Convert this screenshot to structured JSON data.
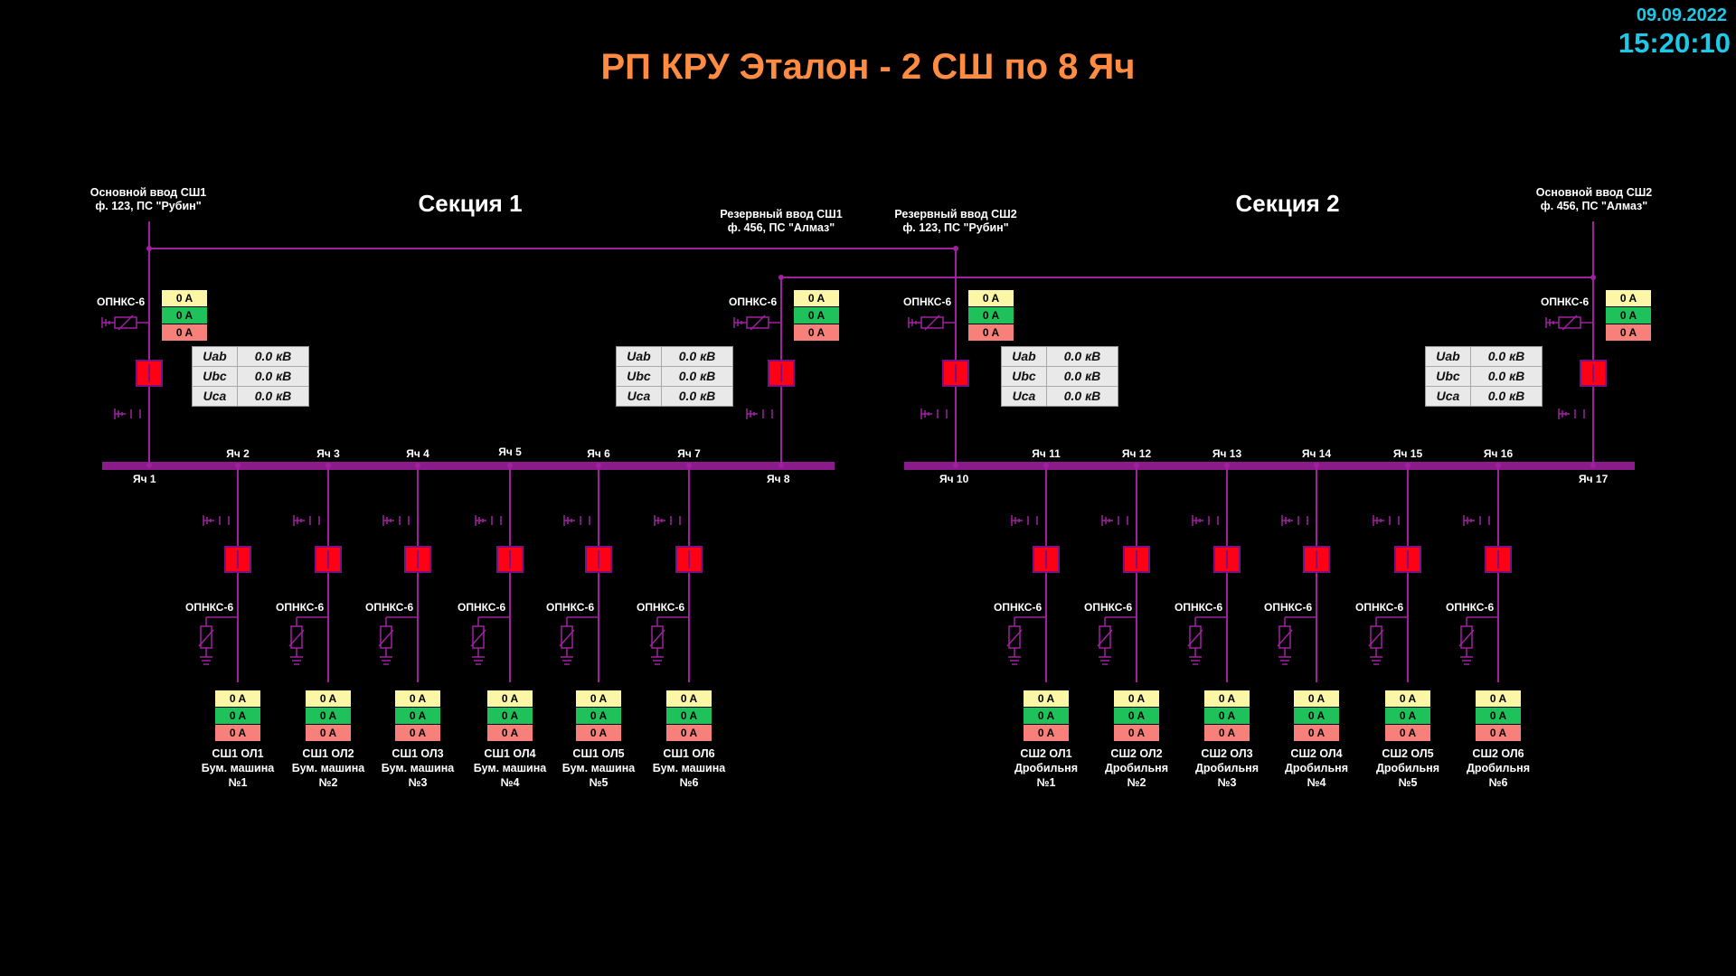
{
  "header": {
    "title": "РП КРУ Эталон - 2 СШ по 8 Яч",
    "date": "09.09.2022",
    "time": "15:20:10"
  },
  "colors": {
    "background": "#000000",
    "title": "#ff8c42",
    "clock": "#1ec8e6",
    "bus": "#8b1a8b",
    "wire": "#a020a0",
    "breaker": "#ff0015",
    "amp_yellow": "#fbf7a6",
    "amp_green": "#1fc25a",
    "amp_red": "#f7807a"
  },
  "sections": [
    {
      "label": "Секция 1"
    },
    {
      "label": "Секция 2"
    }
  ],
  "inputs": [
    {
      "caption_line1": "Основной ввод СШ1",
      "caption_line2": "ф. 123, ПС \"Рубин\"",
      "cell": "Яч 1",
      "arrester": "ОПНКС-6",
      "currents": [
        "0 A",
        "0 A",
        "0 A"
      ],
      "voltages": [
        {
          "k": "Uab",
          "v": "0.0 кВ"
        },
        {
          "k": "Ubc",
          "v": "0.0 кВ"
        },
        {
          "k": "Uca",
          "v": "0.0 кВ"
        }
      ]
    },
    {
      "caption_line1": "Резервный ввод СШ1",
      "caption_line2": "ф. 456, ПС \"Алмаз\"",
      "cell": "Яч 8",
      "arrester": "ОПНКС-6",
      "currents": [
        "0 A",
        "0 A",
        "0 A"
      ],
      "voltages": [
        {
          "k": "Uab",
          "v": "0.0 кВ"
        },
        {
          "k": "Ubc",
          "v": "0.0 кВ"
        },
        {
          "k": "Uca",
          "v": "0.0 кВ"
        }
      ]
    },
    {
      "caption_line1": "Резервный ввод СШ2",
      "caption_line2": "ф. 123, ПС \"Рубин\"",
      "cell": "Яч 10",
      "arrester": "ОПНКС-6",
      "currents": [
        "0 A",
        "0 A",
        "0 A"
      ],
      "voltages": [
        {
          "k": "Uab",
          "v": "0.0 кВ"
        },
        {
          "k": "Ubc",
          "v": "0.0 кВ"
        },
        {
          "k": "Uca",
          "v": "0.0 кВ"
        }
      ]
    },
    {
      "caption_line1": "Основной ввод СШ2",
      "caption_line2": "ф. 456, ПС \"Алмаз\"",
      "cell": "Яч 17",
      "arrester": "ОПНКС-6",
      "currents": [
        "0 A",
        "0 A",
        "0 A"
      ],
      "voltages": [
        {
          "k": "Uab",
          "v": "0.0 кВ"
        },
        {
          "k": "Ubc",
          "v": "0.0 кВ"
        },
        {
          "k": "Uca",
          "v": "0.0 кВ"
        }
      ]
    }
  ],
  "feeders": [
    {
      "cell": "Яч 2",
      "arrester": "ОПНКС-6",
      "currents": [
        "0 A",
        "0 A",
        "0 A"
      ],
      "name1": "СШ1 ОЛ1",
      "name2": "Бум. машина",
      "name3": "№1"
    },
    {
      "cell": "Яч 3",
      "arrester": "ОПНКС-6",
      "currents": [
        "0 A",
        "0 A",
        "0 A"
      ],
      "name1": "СШ1 ОЛ2",
      "name2": "Бум. машина",
      "name3": "№2"
    },
    {
      "cell": "Яч 4",
      "arrester": "ОПНКС-6",
      "currents": [
        "0 A",
        "0 A",
        "0 A"
      ],
      "name1": "СШ1 ОЛ3",
      "name2": "Бум. машина",
      "name3": "№3"
    },
    {
      "cell": "Яч 5",
      "arrester": "ОПНКС-6",
      "currents": [
        "0 A",
        "0 A",
        "0 A"
      ],
      "name1": "СШ1 ОЛ4",
      "name2": "Бум. машина",
      "name3": "№4"
    },
    {
      "cell": "Яч 6",
      "arrester": "ОПНКС-6",
      "currents": [
        "0 A",
        "0 A",
        "0 A"
      ],
      "name1": "СШ1 ОЛ5",
      "name2": "Бум. машина",
      "name3": "№5"
    },
    {
      "cell": "Яч 7",
      "arrester": "ОПНКС-6",
      "currents": [
        "0 A",
        "0 A",
        "0 A"
      ],
      "name1": "СШ1 ОЛ6",
      "name2": "Бум. машина",
      "name3": "№6"
    },
    {
      "cell": "Яч 11",
      "arrester": "ОПНКС-6",
      "currents": [
        "0 A",
        "0 A",
        "0 A"
      ],
      "name1": "СШ2 ОЛ1",
      "name2": "Дробильня",
      "name3": "№1"
    },
    {
      "cell": "Яч 12",
      "arrester": "ОПНКС-6",
      "currents": [
        "0 A",
        "0 A",
        "0 A"
      ],
      "name1": "СШ2 ОЛ2",
      "name2": "Дробильня",
      "name3": "№2"
    },
    {
      "cell": "Яч 13",
      "arrester": "ОПНКС-6",
      "currents": [
        "0 A",
        "0 A",
        "0 A"
      ],
      "name1": "СШ2 ОЛ3",
      "name2": "Дробильня",
      "name3": "№3"
    },
    {
      "cell": "Яч 14",
      "arrester": "ОПНКС-6",
      "currents": [
        "0 A",
        "0 A",
        "0 A"
      ],
      "name1": "СШ2 ОЛ4",
      "name2": "Дробильня",
      "name3": "№4"
    },
    {
      "cell": "Яч 15",
      "arrester": "ОПНКС-6",
      "currents": [
        "0 A",
        "0 A",
        "0 A"
      ],
      "name1": "СШ2 ОЛ5",
      "name2": "Дробильня",
      "name3": "№5"
    },
    {
      "cell": "Яч 16",
      "arrester": "ОПНКС-6",
      "currents": [
        "0 A",
        "0 A",
        "0 A"
      ],
      "name1": "СШ2 ОЛ6",
      "name2": "Дробильня",
      "name3": "№6"
    }
  ]
}
